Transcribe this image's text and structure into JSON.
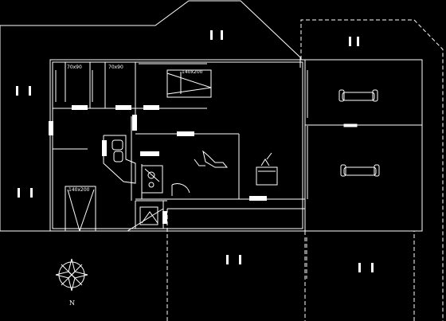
{
  "colors": {
    "background": "#000000",
    "line": "#ffffff"
  },
  "compass": {
    "north_label": "N"
  },
  "fixtures": {
    "shower_label_1": "70x90",
    "shower_label_2": "70x90",
    "bed_label_main": "140x200",
    "bed_label_left": "140x200"
  },
  "icons": [
    "bed-icon",
    "sofa-icon",
    "stove-icon",
    "fireplace-icon",
    "compass-rose-icon",
    "tv-icon"
  ]
}
